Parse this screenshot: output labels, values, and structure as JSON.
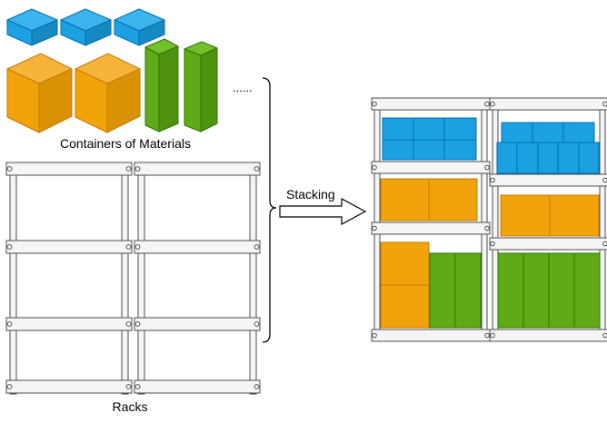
{
  "labels": {
    "containers_caption": "Containers of Materials",
    "racks_caption": "Racks",
    "ellipsis": "......",
    "arrow_label": "Stacking"
  },
  "colors": {
    "blue_box": "#1ba1e2",
    "orange_box": "#f0a30a",
    "green_box": "#60a917",
    "rack_frame_fill": "#f5f5f5",
    "rack_stroke": "#4d4d4d"
  }
}
